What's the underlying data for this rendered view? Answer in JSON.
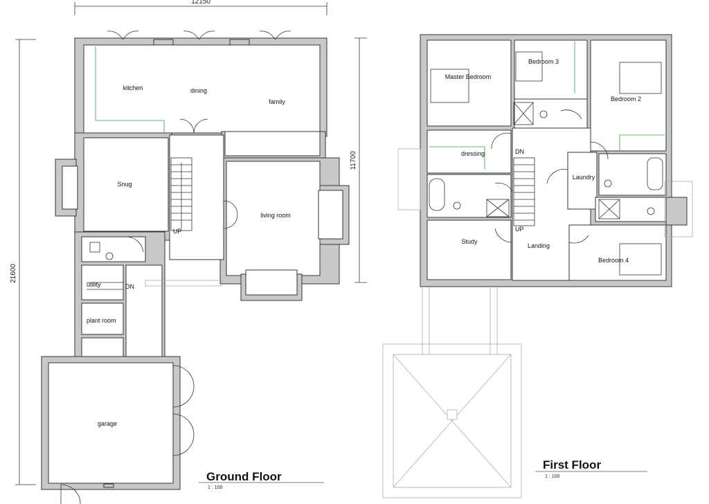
{
  "dimensions": {
    "width": "12150",
    "height_total": "21600",
    "height_first": "11700"
  },
  "ground_floor": {
    "title": "Ground Floor",
    "scale": "1 : 100",
    "rooms": {
      "kitchen": "kitchen",
      "dining": "dining",
      "family": "family",
      "snug": "Snug",
      "living": "living room",
      "utility": "utility",
      "plant": "plant room",
      "garage": "garage"
    },
    "stair_up": "UP",
    "stair_down": "DN"
  },
  "first_floor": {
    "title": "First Floor",
    "scale": "1 : 100",
    "rooms": {
      "master": "Master Bedroom",
      "bed3": "Bedroom 3",
      "bed2": "Bedroom 2",
      "dressing": "dressing",
      "laundry": "Laundry",
      "study": "Study",
      "landing": "Landing",
      "bed4": "Bedroom 4"
    },
    "stair_up": "UP",
    "stair_down": "DN"
  },
  "colors": {
    "wall": "#c8c8c8",
    "line": "#333333",
    "worktop": "#3a9a3a"
  }
}
